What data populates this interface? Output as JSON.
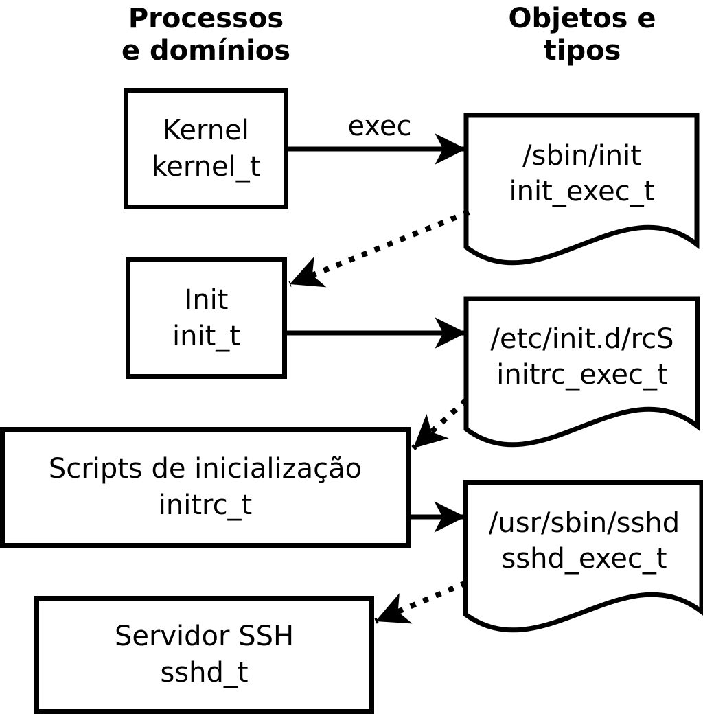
{
  "headers": {
    "left": {
      "line1": "Processos",
      "line2": "e domínios"
    },
    "right": {
      "line1": "Objetos e",
      "line2": "tipos"
    }
  },
  "processes": [
    {
      "name": "Kernel",
      "domain": "kernel_t"
    },
    {
      "name": "Init",
      "domain": "init_t"
    },
    {
      "name": "Scripts de inicialização",
      "domain": "initrc_t"
    },
    {
      "name": "Servidor SSH",
      "domain": "sshd_t"
    }
  ],
  "objects": [
    {
      "path": "/sbin/init",
      "type": "init_exec_t"
    },
    {
      "path": "/etc/init.d/rcS",
      "type": "initrc_exec_t"
    },
    {
      "path": "/usr/sbin/sshd",
      "type": "sshd_exec_t"
    }
  ],
  "labels": {
    "exec_arrow": "exec"
  },
  "connections": [
    {
      "from": "Kernel (kernel_t)",
      "to": "/sbin/init (init_exec_t)",
      "style": "solid",
      "label": "exec"
    },
    {
      "from": "/sbin/init (init_exec_t)",
      "to": "Init (init_t)",
      "style": "dotted",
      "label": ""
    },
    {
      "from": "Init (init_t)",
      "to": "/etc/init.d/rcS (initrc_exec_t)",
      "style": "solid",
      "label": ""
    },
    {
      "from": "/etc/init.d/rcS (initrc_exec_t)",
      "to": "Scripts de inicialização (initrc_t)",
      "style": "dotted",
      "label": ""
    },
    {
      "from": "Scripts de inicialização (initrc_t)",
      "to": "/usr/sbin/sshd (sshd_exec_t)",
      "style": "solid",
      "label": ""
    },
    {
      "from": "/usr/sbin/sshd (sshd_exec_t)",
      "to": "Servidor SSH (sshd_t)",
      "style": "dotted",
      "label": ""
    }
  ],
  "colors": {
    "background": "#ffffff",
    "stroke": "#000000",
    "text": "#000000"
  }
}
